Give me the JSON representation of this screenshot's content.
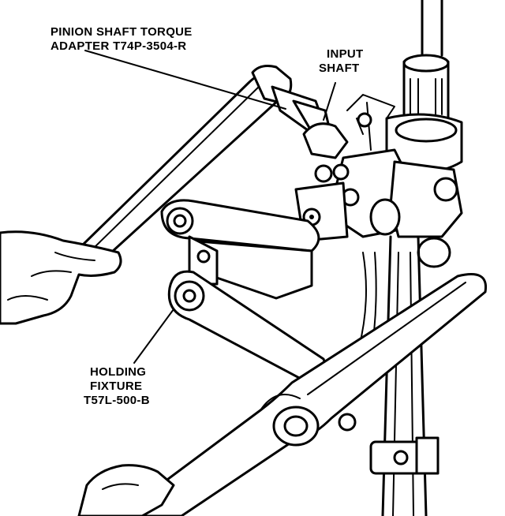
{
  "labels": {
    "pinion_adapter": [
      "PINION SHAFT TORQUE",
      "ADAPTER T74P-3504-R"
    ],
    "input_shaft": [
      "INPUT",
      "SHAFT"
    ],
    "holding_fixture": [
      "HOLDING",
      "FIXTURE",
      "T57L-500-B"
    ]
  }
}
